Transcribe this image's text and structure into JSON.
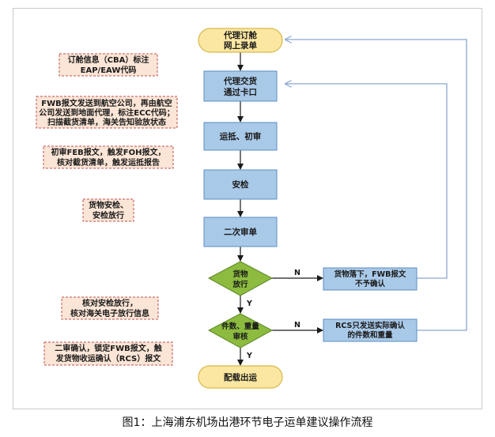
{
  "caption": "图1：上海浦东机场出港环节电子运单建议操作流程",
  "flow": {
    "start": [
      "代理订舱",
      "网上录单"
    ],
    "step_customs": [
      "代理交货",
      "通过卡口"
    ],
    "step_arrival": "运抵、初审",
    "step_security": "安检",
    "step_review": "二次审单",
    "decision_release": [
      "货物",
      "放行"
    ],
    "decision_weight": [
      "件数、重量",
      "审核"
    ],
    "end": "配载出运",
    "branch_hold": [
      "货物落下，FWB报文",
      "不予确认"
    ],
    "branch_rcs": [
      "RCS只发送实际确认",
      "的件数和重量"
    ],
    "label_n": "N",
    "label_y": "Y"
  },
  "notes": [
    [
      "订舱信息（CBA）标注",
      "EAP/EAW代码"
    ],
    [
      "FWB报文发送到航空公司，再由航空",
      "公司发送到地面代理，标注ECC代码；",
      "扫描截货清单，海关告知验放状态"
    ],
    [
      "初审FEB报文，触发FOH报文，",
      "核对截货清单，触发运抵报告"
    ],
    [
      "货物安检、",
      "安检放行"
    ],
    [
      "核对安检放行，",
      "核对海关电子放行信息"
    ],
    [
      "二审确认，锁定FWB报文，触",
      "发货物收运确认（RCS）报文"
    ]
  ],
  "colors": {
    "box_fill": "#a9c9e8",
    "box_stroke": "#5c8dc0",
    "terminal_fill": "#fbe7a1",
    "terminal_stroke": "#d9b84a",
    "decision_fill": "#8cbb3f",
    "decision_stroke": "#5d8a25",
    "note_fill": "#fbe5d6",
    "note_stroke": "#c0504d",
    "loop_line": "#8aa6d0",
    "arrow": "#1a1a1a"
  }
}
